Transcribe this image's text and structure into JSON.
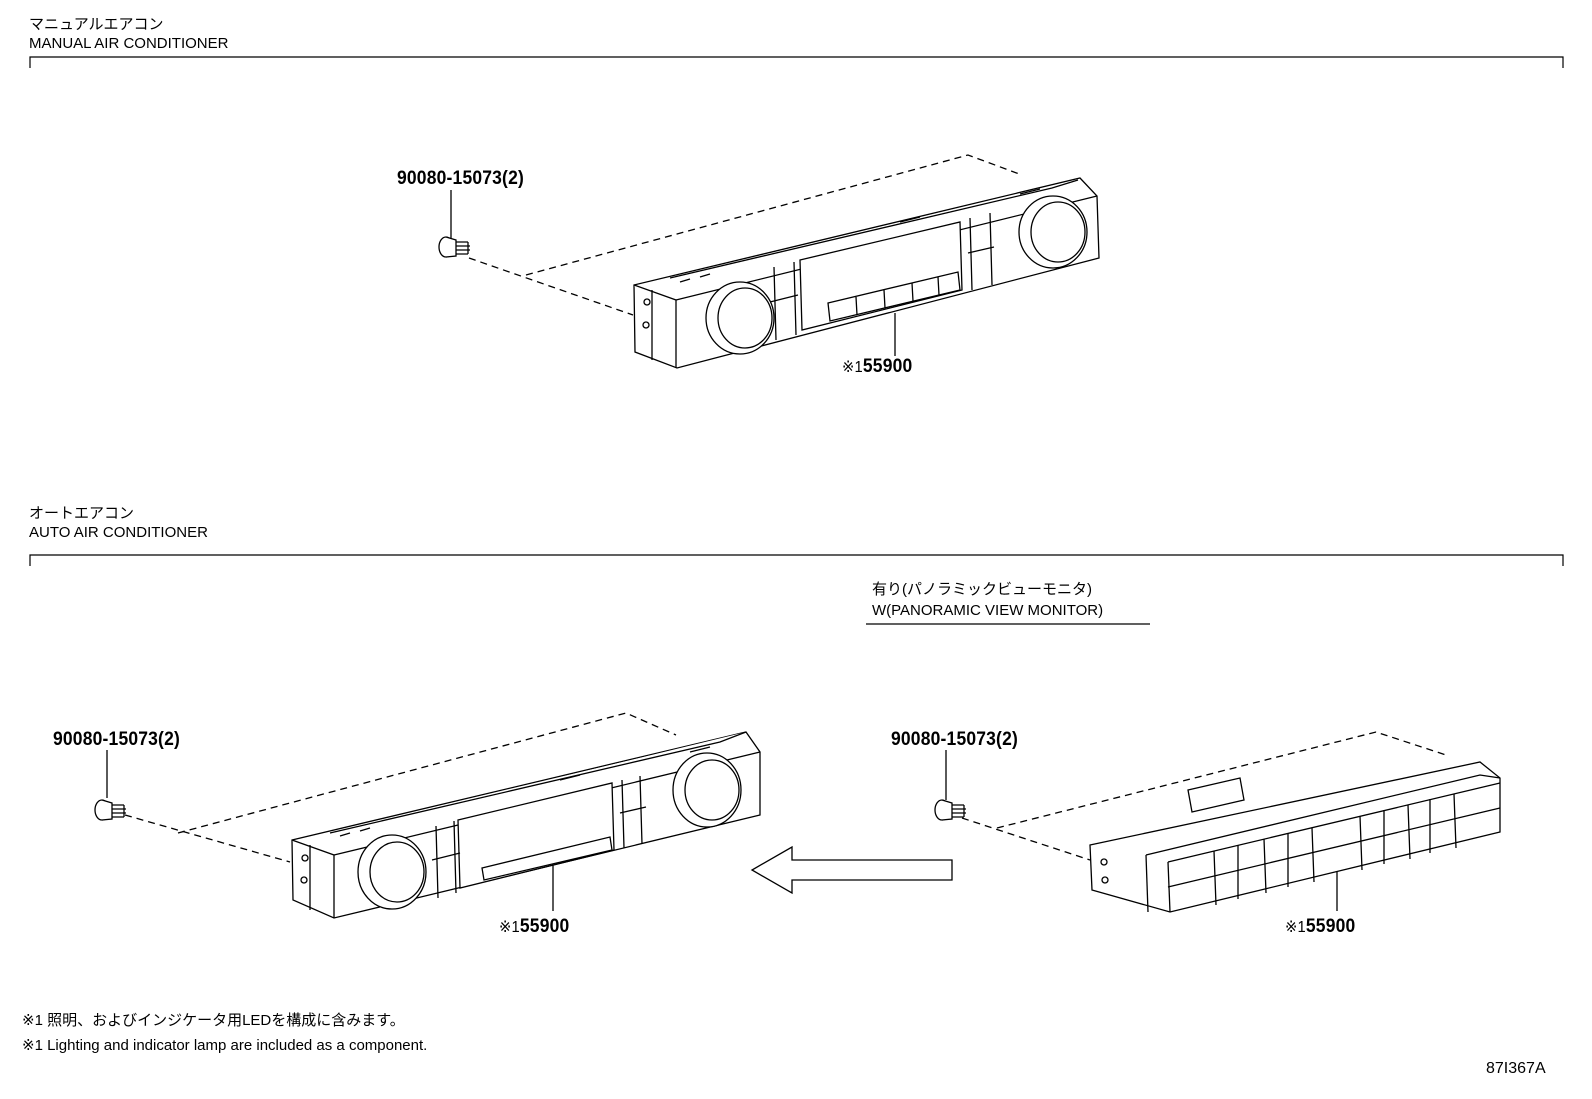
{
  "sections": [
    {
      "title_jp": "マニュアルエアコン",
      "title_en": "MANUAL AIR CONDITIONER"
    },
    {
      "title_jp": "オートエアコン",
      "title_en": "AUTO AIR CONDITIONER"
    }
  ],
  "variant": {
    "label_jp": "有り(パノラミックビューモニタ)",
    "label_en": "W(PANORAMIC VIEW MONITOR)"
  },
  "parts": {
    "screw_number": "90080-15073(2)",
    "unit_mark": "※1",
    "unit_number": "55900"
  },
  "notes": [
    "※1 照明、およびインジケータ用LEDを構成に含みます。",
    "※1 Lighting and indicator lamp are included as a component."
  ],
  "figure_code": "87I367A"
}
